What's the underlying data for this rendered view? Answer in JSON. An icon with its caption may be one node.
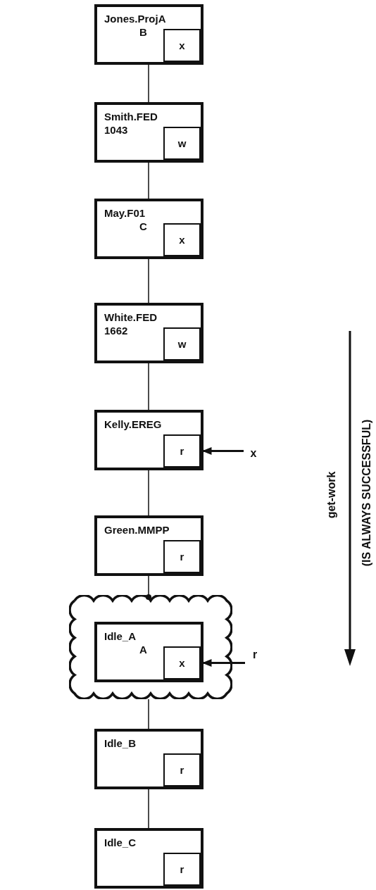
{
  "diagram": {
    "nodes": [
      {
        "text": [
          "Jones.ProjA",
          "B"
        ]
      },
      {
        "text": [
          "x"
        ],
        "in": 0
      },
      {
        "text": [
          "Smith.FED",
          "1043"
        ]
      },
      {
        "text": [
          "w"
        ],
        "in": 2
      },
      {
        "text": [
          "May.F01",
          "C"
        ]
      },
      {
        "text": [
          "x"
        ],
        "in": 4
      },
      {
        "text": [
          "White.FED",
          "1662"
        ]
      },
      {
        "text": [
          "w"
        ],
        "in": 6
      },
      {
        "text": [
          "Kelly.EREG"
        ]
      },
      {
        "text": [
          "r"
        ],
        "in": 8
      },
      {
        "text": [
          "x"
        ]
      },
      {
        "text": [
          "Green.MMPP"
        ]
      },
      {
        "text": [
          "r"
        ],
        "in": 11
      },
      {
        "text": [],
        "shape": "cloud"
      },
      {
        "text": [
          "Idle_A",
          "A"
        ],
        "in": 13
      },
      {
        "text": [
          "x"
        ],
        "in": 14
      },
      {
        "text": [
          "r"
        ]
      },
      {
        "text": [
          "Idle_B"
        ]
      },
      {
        "text": [
          "r"
        ],
        "in": 17
      },
      {
        "text": [
          "Idle_C"
        ]
      },
      {
        "text": [
          "r"
        ],
        "in": 19
      }
    ],
    "edges": [
      {
        "from": 0,
        "to": 2,
        "arrow": "none"
      },
      {
        "from": 2,
        "to": 4,
        "arrow": "none"
      },
      {
        "from": 4,
        "to": 6,
        "arrow": "none"
      },
      {
        "from": 6,
        "to": 8,
        "arrow": "none"
      },
      {
        "from": 8,
        "to": 11,
        "arrow": "none"
      },
      {
        "from": 10,
        "to": 9,
        "arrow": "to"
      },
      {
        "from": 11,
        "to": 13,
        "arrow": "other"
      },
      {
        "from": 16,
        "to": 15,
        "arrow": "to"
      },
      {
        "from": 13,
        "to": 17,
        "arrow": "none"
      },
      {
        "from": 17,
        "to": 19,
        "arrow": "none"
      }
    ],
    "labels": [
      "get-work",
      "(IS ALWAYS SUCCESSFUL)"
    ]
  }
}
